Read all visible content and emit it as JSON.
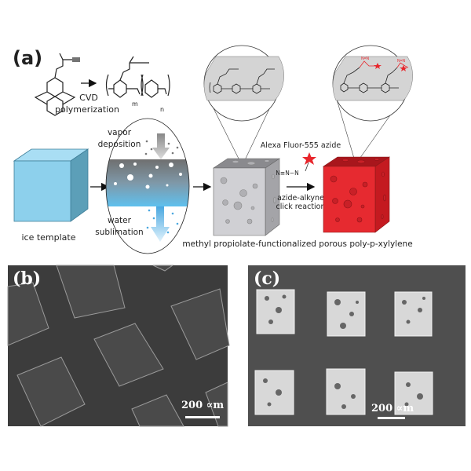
{
  "panel_a": {
    "label": "(a)",
    "reaction_condition_1": "CVD",
    "reaction_condition_2": "polymerization",
    "subscript_m": "m",
    "subscript_n": "n",
    "ice_template": "ice template",
    "vapor_1": "vapor",
    "vapor_2": "deposition",
    "water_1": "water",
    "water_2": "sublimation",
    "dye": "Alexa Fluor-555 azide",
    "azide_group": "N≡N−N",
    "click_1": "azide-alkyne",
    "click_2": "click reaction",
    "product": "methyl propiolate-functionalized porous poly-p-xylylene",
    "triazole": "N=N",
    "colors": {
      "ice": "#8fd3ef",
      "polymer": "#c8c8cc",
      "dye": "#e8252b"
    }
  },
  "panel_b": {
    "label": "(b)",
    "scale_bar": "200 ∝m"
  },
  "panel_c": {
    "label": "(c)",
    "scale_bar": "200 ∝m"
  }
}
